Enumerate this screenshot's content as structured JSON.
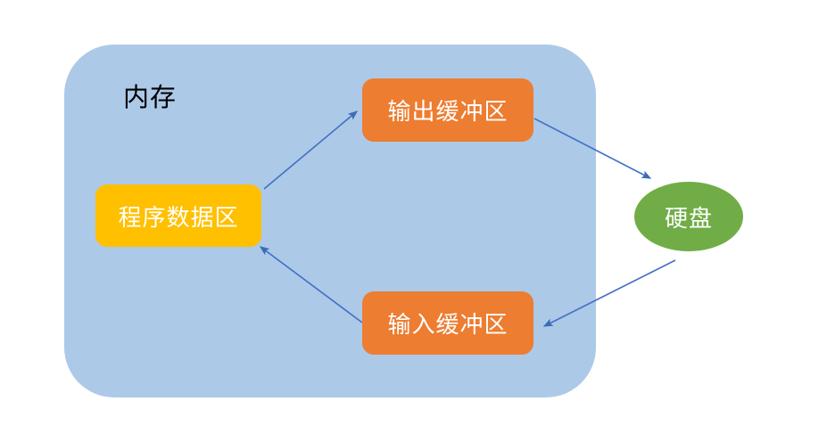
{
  "diagram": {
    "title_label": "内存",
    "container": {
      "name": "memory-region",
      "label": "内存",
      "fill_color": "#ADC9E8"
    },
    "nodes": [
      {
        "id": "program-data-area",
        "label": "程序数据区",
        "shape": "rounded-rect",
        "fill_color": "#FFC000",
        "text_color": "#FFFFFF"
      },
      {
        "id": "output-buffer",
        "label": "输出缓冲区",
        "shape": "rounded-rect",
        "fill_color": "#ED7D31",
        "text_color": "#FFFFFF"
      },
      {
        "id": "input-buffer",
        "label": "输入缓冲区",
        "shape": "rounded-rect",
        "fill_color": "#ED7D31",
        "text_color": "#FFFFFF"
      },
      {
        "id": "hard-disk",
        "label": "硬盘",
        "shape": "ellipse",
        "fill_color": "#70AD47",
        "text_color": "#FFFFFF"
      }
    ],
    "arrows": [
      {
        "id": "program-to-output",
        "from": "program-data-area",
        "to": "output-buffer",
        "color": "#4472C4"
      },
      {
        "id": "output-to-disk",
        "from": "output-buffer",
        "to": "hard-disk",
        "color": "#4472C4"
      },
      {
        "id": "disk-to-input",
        "from": "hard-disk",
        "to": "input-buffer",
        "color": "#4472C4"
      },
      {
        "id": "input-to-program",
        "from": "input-buffer",
        "to": "program-data-area",
        "color": "#4472C4"
      }
    ]
  }
}
